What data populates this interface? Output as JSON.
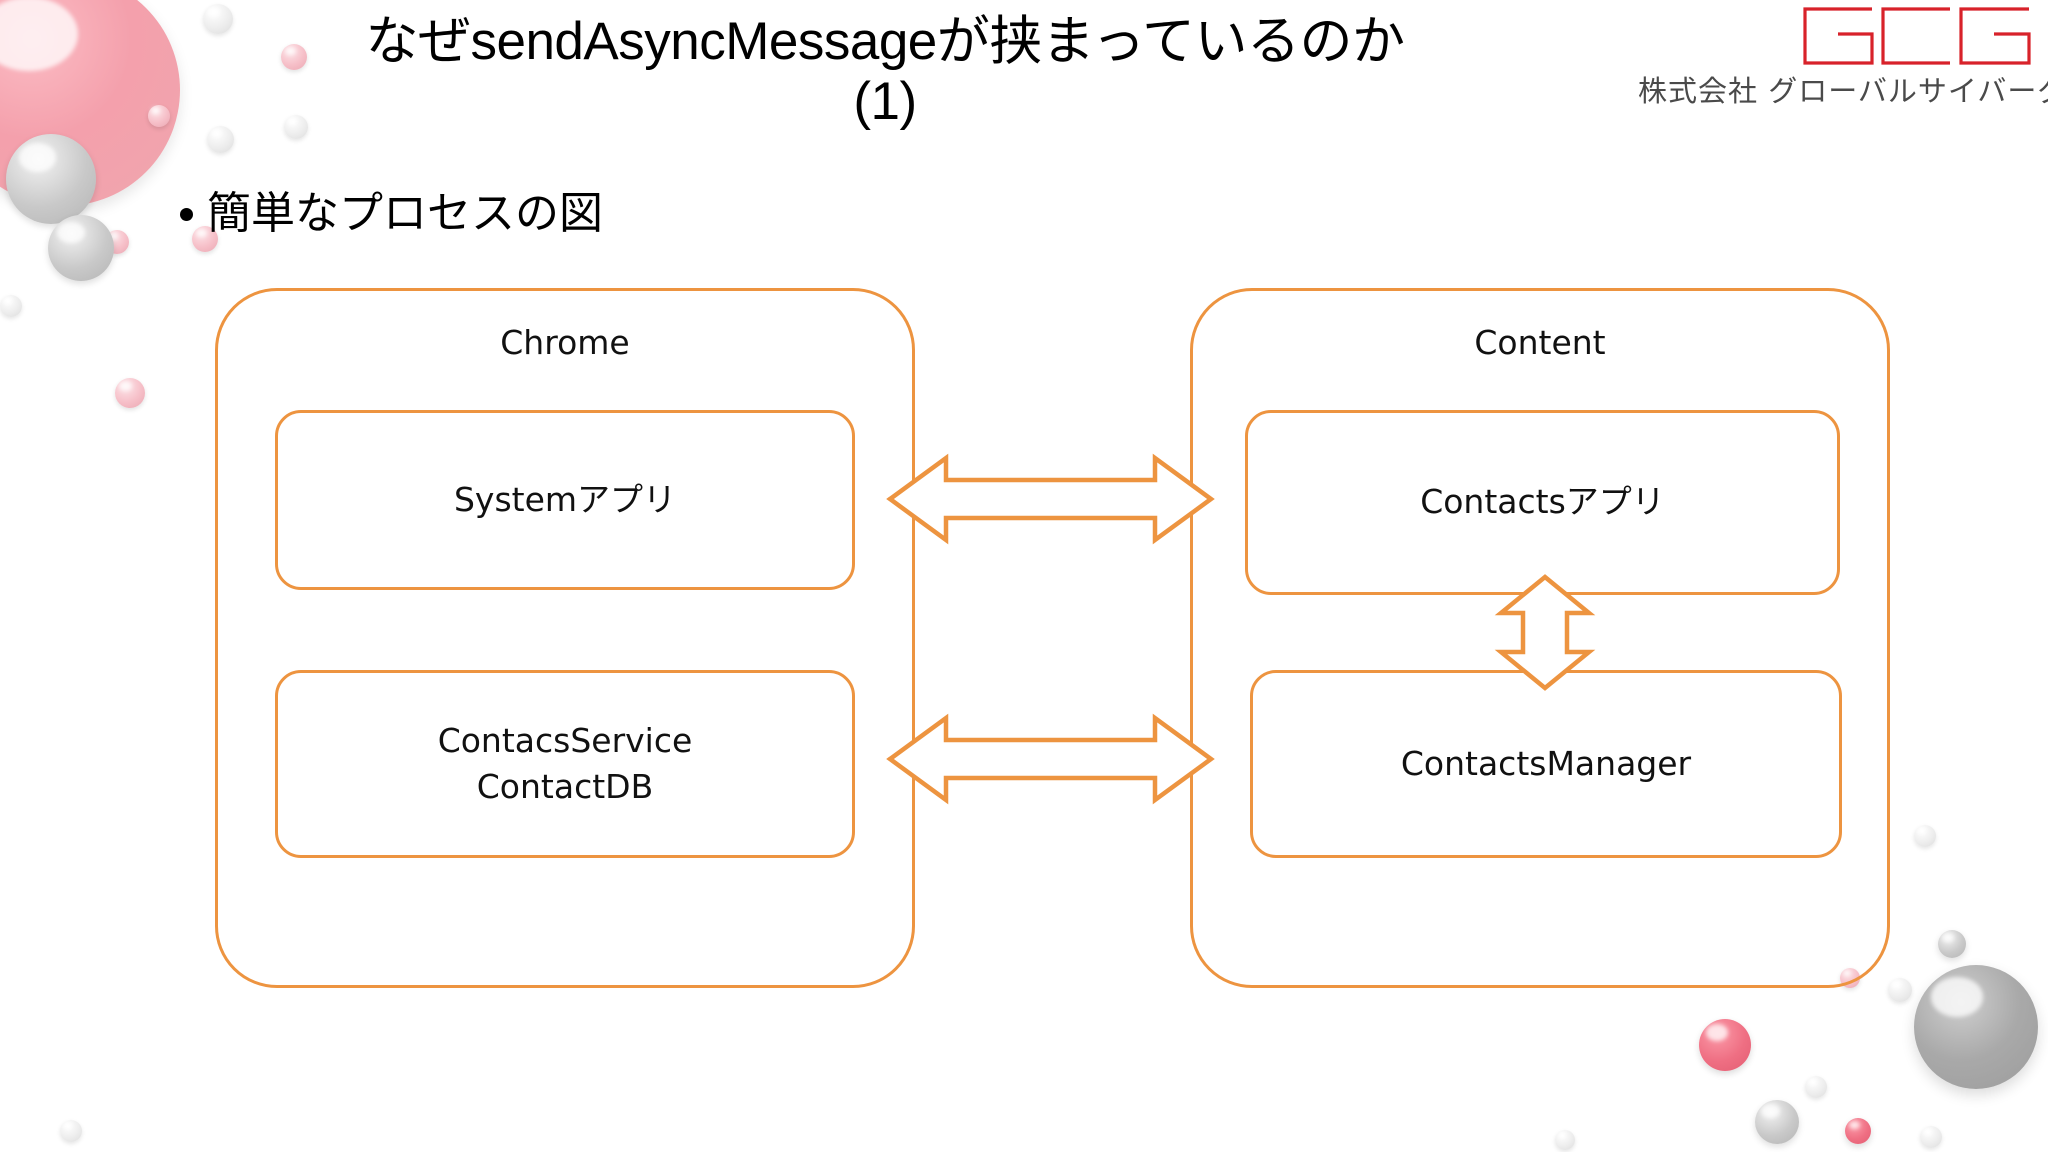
{
  "slide": {
    "title": "なぜsendAsyncMessageが挟まっているのか\n(1)",
    "bullet": "簡単なプロセスの図",
    "accent_color": "#ED9440",
    "background_color": "#FFFFFF"
  },
  "logo": {
    "mark_text": "GCG",
    "company_name": "株式会社 グローバルサイバーグループ",
    "mark_color": "#D8222A",
    "name_color": "#4A4A4A"
  },
  "diagram": {
    "type": "block-diagram",
    "panels": [
      {
        "id": "chrome",
        "title": "Chrome",
        "nodes": [
          {
            "id": "system-app",
            "label": "Systemアプリ"
          },
          {
            "id": "contacs-service",
            "label": "ContacsService\nContactDB"
          }
        ]
      },
      {
        "id": "content",
        "title": "Content",
        "nodes": [
          {
            "id": "contacts-app",
            "label": "Contactsアプリ"
          },
          {
            "id": "contacts-manager",
            "label": "ContactsManager"
          }
        ]
      }
    ],
    "arrows": [
      {
        "id": "system-app-to-contacts-app",
        "from": "system-app",
        "to": "contacts-app",
        "direction": "bidirectional",
        "orientation": "horizontal"
      },
      {
        "id": "contacs-service-to-contacts-manager",
        "from": "contacs-service",
        "to": "contacts-manager",
        "direction": "bidirectional",
        "orientation": "horizontal"
      },
      {
        "id": "contacts-app-to-contacts-manager",
        "from": "contacts-app",
        "to": "contacts-manager",
        "direction": "bidirectional",
        "orientation": "vertical"
      }
    ]
  }
}
